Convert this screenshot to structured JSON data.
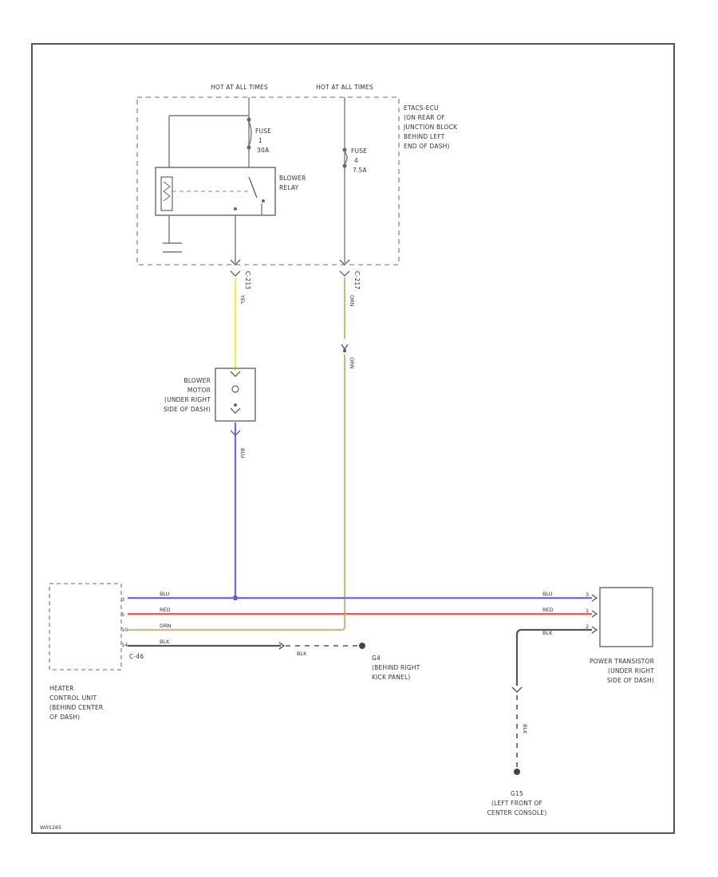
{
  "power_sources": {
    "left": "HOT AT ALL TIMES",
    "right": "HOT AT ALL TIMES"
  },
  "fuses": {
    "left": {
      "name": "FUSE",
      "number": "1",
      "rating": "30A"
    },
    "right": {
      "name": "FUSE",
      "number": "4",
      "rating": "7.5A"
    }
  },
  "relay": {
    "line1": "BLOWER",
    "line2": "RELAY"
  },
  "junction_block": {
    "lines": [
      "ETACS-ECU",
      "(ON REAR OF",
      "JUNCTION BLOCK",
      "BEHIND LEFT",
      "END OF DASH)"
    ]
  },
  "connectors": {
    "c1": "C-213",
    "c2": "C-217",
    "c46": "C-46"
  },
  "blower_motor": {
    "lines": [
      "BLOWER",
      "MOTOR",
      "(UNDER RIGHT",
      "SIDE OF DASH)"
    ]
  },
  "heater_unit": {
    "lines": [
      "HEATER",
      "CONTROL UNIT",
      "(BEHIND CENTER",
      "OF DASH)"
    ],
    "pins": [
      "3",
      "5",
      "10",
      "14"
    ]
  },
  "power_transistor": {
    "lines": [
      "POWER TRANSISTOR",
      "(UNDER RIGHT",
      "SIDE OF DASH)"
    ],
    "pins": [
      "3",
      "1",
      "2"
    ]
  },
  "grounds": {
    "g4": {
      "id": "G4",
      "lines": [
        "(BEHIND RIGHT",
        "KICK PANEL)"
      ]
    },
    "g15": {
      "id": "G15",
      "lines": [
        "(LEFT FRONT OF",
        "CENTER CONSOLE)"
      ]
    }
  },
  "wires": {
    "yel": "YEL",
    "org": "ORN",
    "org2": "ORN",
    "blu": "BLU",
    "blu_h": "BLU",
    "red_h": "RED",
    "org_h": "ORN",
    "blk_h": "BLK",
    "blk_g4": "BLK",
    "blu_pt": "BLU",
    "red_pt": "RED",
    "blk_pt": "BLK",
    "blk_g15": "BLK"
  },
  "colors": {
    "yellow": "#f0ee48",
    "orange": "#d9b676",
    "blue": "#6a6af0",
    "red": "#ee5a5a",
    "black": "#555555",
    "gray": "#7a7a7a"
  },
  "footer_code": "W05285"
}
